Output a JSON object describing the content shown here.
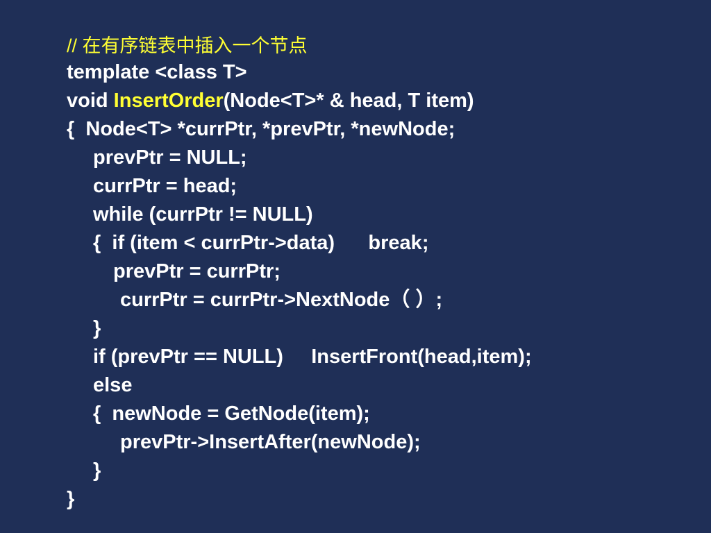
{
  "slide": {
    "background": "#1f2f57",
    "text_color": "#ffffff",
    "accent_color": "#ffff33",
    "code": {
      "comment": "// 在有序链表中插入一个节点",
      "line_template": "template <class T>",
      "line_sig_prefix": "void ",
      "line_sig_func": "InsertOrder",
      "line_sig_suffix": "(Node<T>* & head, T item)",
      "line_decl": "{  Node<T> *currPtr, *prevPtr, *newNode;",
      "line_prev_null": "prevPtr = NULL;",
      "line_curr_head": "currPtr = head;",
      "line_while": "while (currPtr != NULL)",
      "line_if_item": "{  if (item < currPtr->data)      break;",
      "line_prev_curr": "prevPtr = currPtr;",
      "line_curr_next": "currPtr = currPtr->NextNode（ ）;",
      "line_close_while": "}",
      "line_if_prev": "if (prevPtr == NULL)     InsertFront(head,item);",
      "line_else": "else",
      "line_new_node": "{  newNode = GetNode(item);",
      "line_insert_after": "prevPtr->InsertAfter(newNode);",
      "line_close_else": "}",
      "line_close_func": "}"
    }
  }
}
